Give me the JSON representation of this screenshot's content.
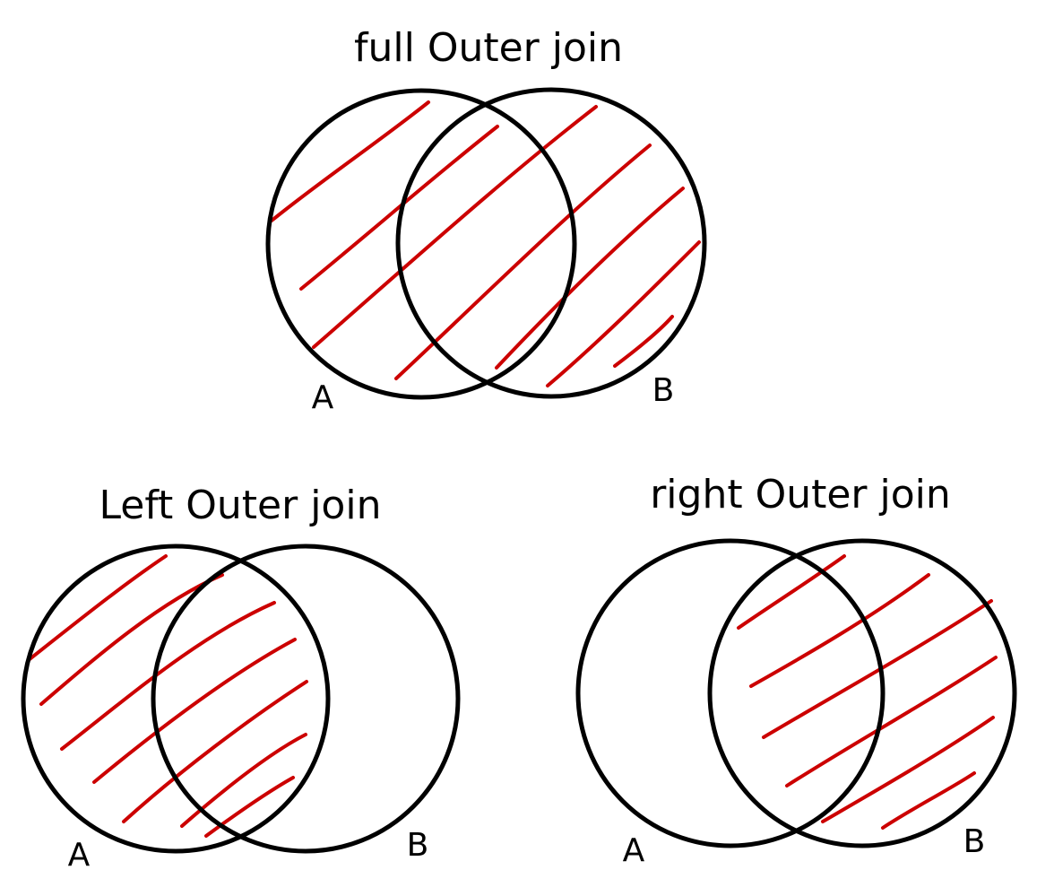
{
  "colors": {
    "outline": "#000000",
    "hatch": "#cc0000",
    "background": "#ffffff"
  },
  "diagrams": [
    {
      "id": "full",
      "title": "full Outer join",
      "label_a": "A",
      "label_b": "B",
      "shaded": "A ∪ B"
    },
    {
      "id": "left",
      "title": "Left Outer join",
      "label_a": "A",
      "label_b": "B",
      "shaded": "A"
    },
    {
      "id": "right",
      "title": "right Outer join",
      "label_a": "A",
      "label_b": "B",
      "shaded": "B"
    }
  ]
}
